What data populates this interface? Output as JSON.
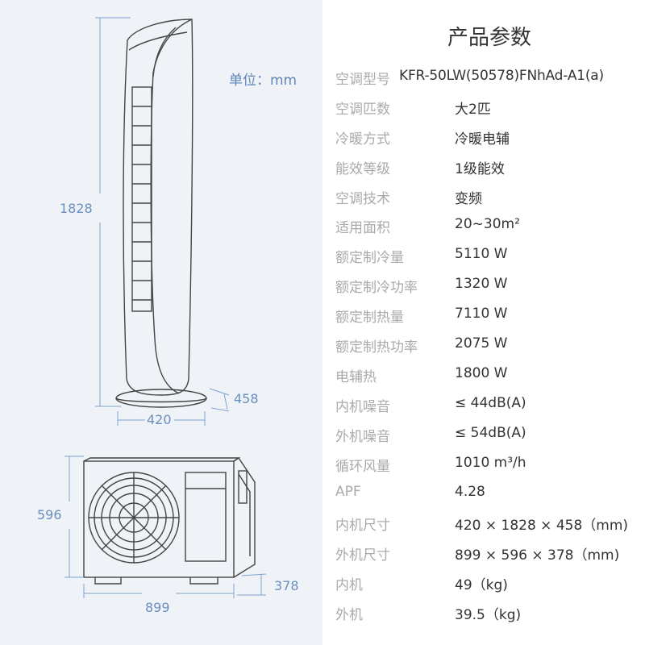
{
  "page": {
    "title": "产品参数",
    "unit_label": "单位：mm",
    "colors": {
      "left_background": "#eff2f6",
      "dimension_color": "#6a8fbf",
      "label_color": "#aaaaaa",
      "value_color": "#333333",
      "outline_color": "#444444"
    }
  },
  "indoor_unit": {
    "height": "1828",
    "width": "420",
    "depth": "458"
  },
  "outdoor_unit": {
    "height": "596",
    "width": "899",
    "depth": "378"
  },
  "specs": [
    {
      "label": "空调型号",
      "value": "KFR-50LW(50578)FNhAd-A1(a)"
    },
    {
      "label": "空调匹数",
      "value": "大2匹"
    },
    {
      "label": "冷暖方式",
      "value": "冷暖电辅"
    },
    {
      "label": "能效等级",
      "value": "1级能效"
    },
    {
      "label": "空调技术",
      "value": "变频"
    },
    {
      "label": "适用面积",
      "value": "20~30m²"
    },
    {
      "label": "额定制冷量",
      "value": "5110 W"
    },
    {
      "label": "额定制冷功率",
      "value": "1320 W"
    },
    {
      "label": "额定制热量",
      "value": "7110 W"
    },
    {
      "label": "额定制热功率",
      "value": "2075 W"
    },
    {
      "label": "电辅热",
      "value": "1800 W"
    },
    {
      "label": "内机噪音",
      "value": "≤ 44dB(A)"
    },
    {
      "label": "外机噪音",
      "value": "≤ 54dB(A)"
    },
    {
      "label": "循环风量",
      "value": "1010 m³/h"
    },
    {
      "label": "APF",
      "value": "4.28"
    },
    {
      "label": "内机尺寸",
      "value": "420 × 1828 × 458（mm)"
    },
    {
      "label": "外机尺寸",
      "value": "899 × 596 × 378（mm)"
    },
    {
      "label": "内机",
      "value": "49（kg)"
    },
    {
      "label": "外机",
      "value": "39.5（kg)"
    }
  ]
}
